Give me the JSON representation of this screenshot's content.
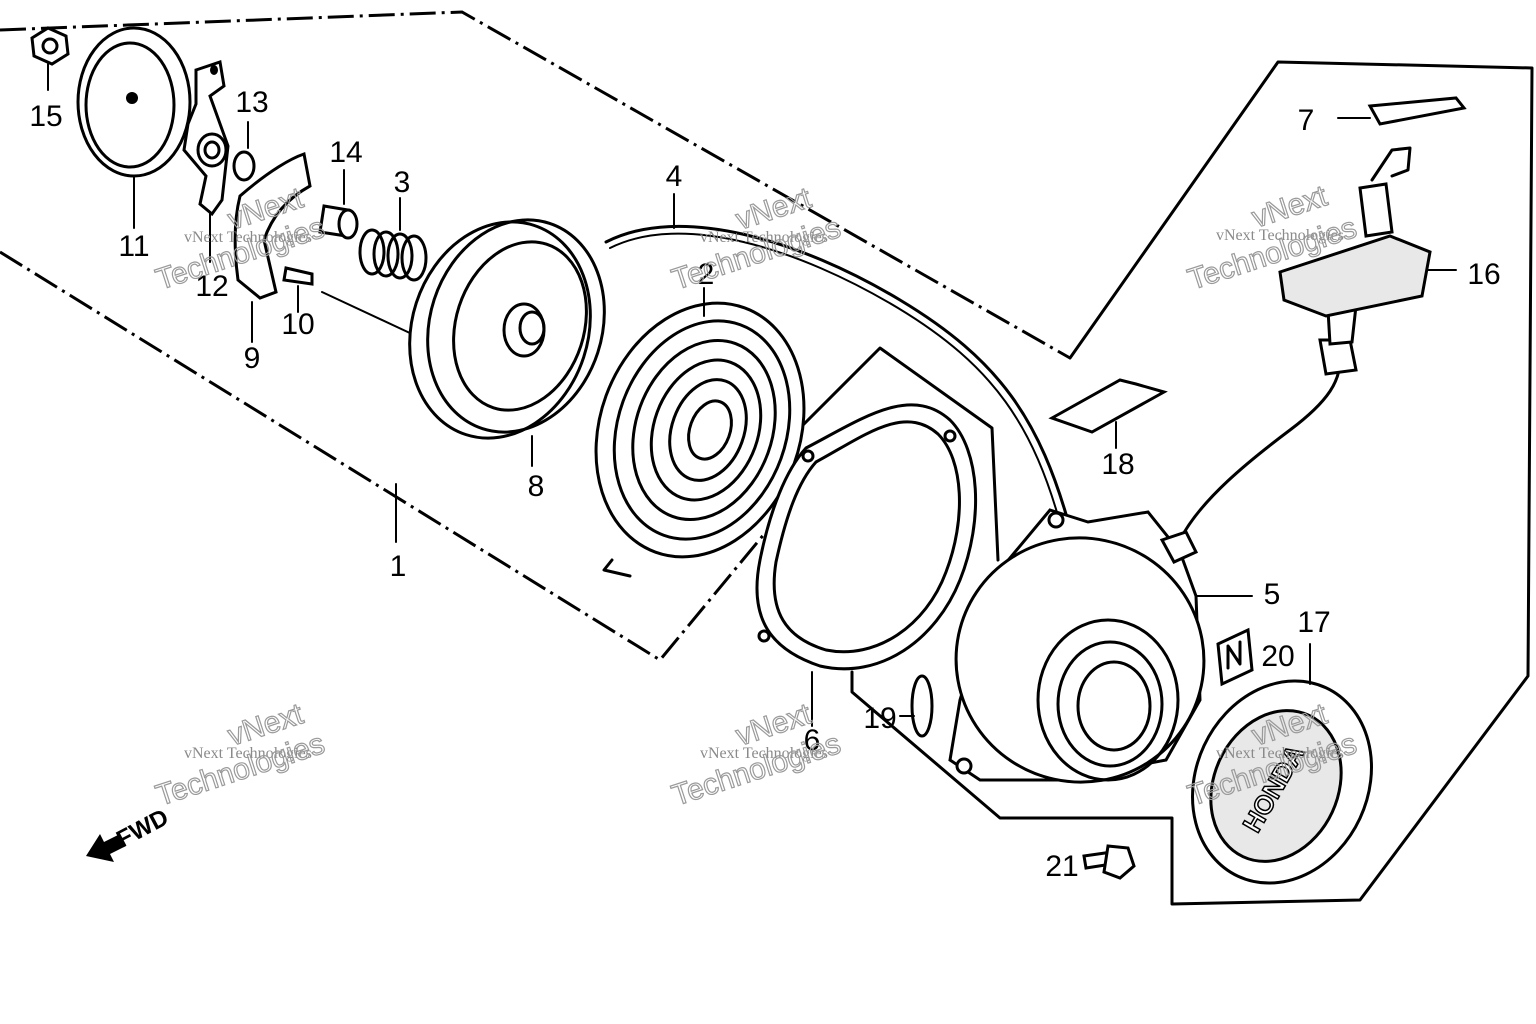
{
  "watermark": {
    "line1": "vNext Technologies",
    "line2": "vNext",
    "line3": "Technologies"
  },
  "direction_label": "FWD",
  "logo_text": "HONDA",
  "callouts": [
    {
      "label": "1"
    },
    {
      "label": "2"
    },
    {
      "label": "3"
    },
    {
      "label": "4"
    },
    {
      "label": "5"
    },
    {
      "label": "6"
    },
    {
      "label": "7"
    },
    {
      "label": "8"
    },
    {
      "label": "9"
    },
    {
      "label": "10"
    },
    {
      "label": "11"
    },
    {
      "label": "12"
    },
    {
      "label": "13"
    },
    {
      "label": "14"
    },
    {
      "label": "15"
    },
    {
      "label": "16"
    },
    {
      "label": "17"
    },
    {
      "label": "18"
    },
    {
      "label": "19"
    },
    {
      "label": "20"
    },
    {
      "label": "21"
    }
  ]
}
